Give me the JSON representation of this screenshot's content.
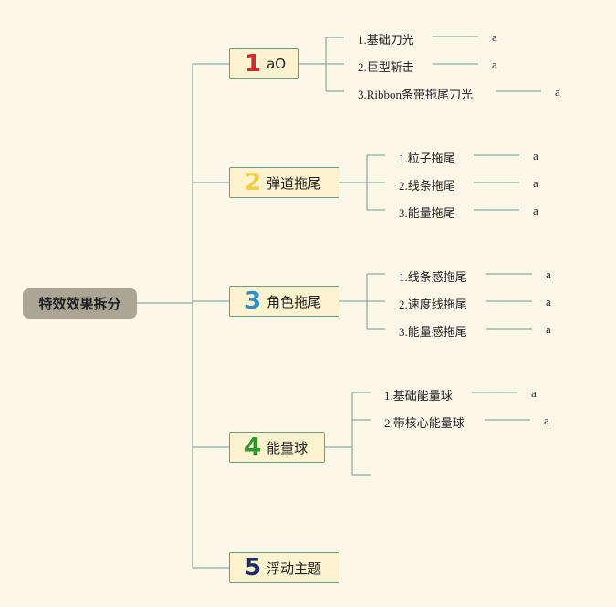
{
  "root": {
    "label": "特效效果拆分"
  },
  "branches": [
    {
      "num": "1",
      "num_color": "#d7262f",
      "label": "aO",
      "children": [
        {
          "label": "1.基础刀光",
          "value": "a"
        },
        {
          "label": "2.巨型斩击",
          "value": "a"
        },
        {
          "label": "3.Ribbon条带拖尾刀光",
          "value": "a"
        }
      ]
    },
    {
      "num": "2",
      "num_color": "#f2cf4a",
      "label": "弹道拖尾",
      "children": [
        {
          "label": "1.粒子拖尾",
          "value": "a"
        },
        {
          "label": "2.线条拖尾",
          "value": "a"
        },
        {
          "label": "3.能量拖尾",
          "value": "a"
        }
      ]
    },
    {
      "num": "3",
      "num_color": "#2b8fd0",
      "label": "角色拖尾",
      "children": [
        {
          "label": "1.线条感拖尾",
          "value": "a"
        },
        {
          "label": "2.速度线拖尾",
          "value": "a"
        },
        {
          "label": "3.能量感拖尾",
          "value": "a"
        }
      ]
    },
    {
      "num": "4",
      "num_color": "#2a9a2a",
      "label": "能量球",
      "children": [
        {
          "label": "1.基础能量球",
          "value": "a"
        },
        {
          "label": "2.带核心能量球",
          "value": "a"
        }
      ]
    },
    {
      "num": "5",
      "num_color": "#1f2d6e",
      "label": "浮动主题",
      "children": []
    }
  ]
}
